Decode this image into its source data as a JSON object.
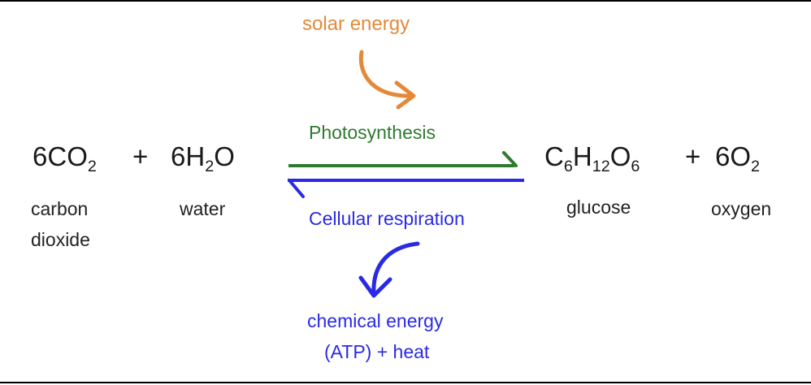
{
  "top_energy": {
    "label": "solar energy",
    "color": "#e38a3a"
  },
  "forward_process": {
    "label": "Photosynthesis",
    "color": "#2e7a2e"
  },
  "reverse_process": {
    "label": "Cellular respiration",
    "color": "#2a2ae6"
  },
  "bottom_energy": {
    "line1": "chemical energy",
    "line2": "(ATP) + heat",
    "color": "#2a2ae6"
  },
  "reactants": [
    {
      "coef": "6",
      "parts": [
        "CO",
        "2"
      ],
      "name_line1": "carbon",
      "name_line2": "dioxide"
    },
    {
      "coef": "6",
      "parts": [
        "H",
        "2",
        "O"
      ],
      "name_line1": "water"
    }
  ],
  "products": [
    {
      "parts": [
        "C",
        "6",
        "H",
        "12",
        "O",
        "6"
      ],
      "name_line1": "glucose"
    },
    {
      "coef": "6",
      "parts": [
        "O",
        "2"
      ],
      "name_line1": "oxygen"
    }
  ],
  "plus_sign": "+"
}
